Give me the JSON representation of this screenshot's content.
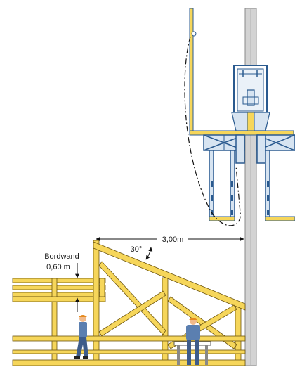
{
  "labels": {
    "spacing": "3,00m",
    "angle": "30°",
    "guardrail_title": "Bordwand",
    "guardrail_height": "0,60 m"
  },
  "colors": {
    "timber": "#f6d65a",
    "steel_blue": "#2a5a8f",
    "steel_fill": "#d7e4f1",
    "mast": "#d3d3d3",
    "worker_shirt": "#5b7fb0",
    "worker_pants": "#3e5c8a"
  },
  "icons": {
    "worker_walking": "person-walking-icon",
    "worker_at_table": "person-working-icon"
  }
}
